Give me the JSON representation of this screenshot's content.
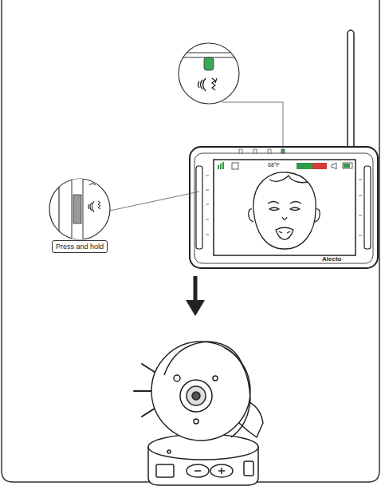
{
  "diagram": {
    "nodes": [
      {
        "text": [
          "Press and hold"
        ]
      }
    ],
    "labels": [
      "68°F",
      "Alecto"
    ]
  }
}
